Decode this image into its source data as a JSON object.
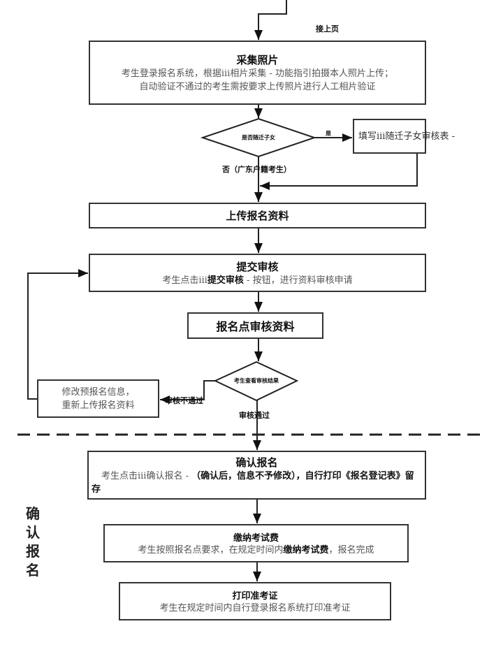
{
  "continued_label": "接上页",
  "photo": {
    "title": "采集照片",
    "line1": "考生登录报名系统，根据ⅲ相片采集 - 功能指引拍摄本人照片上传；",
    "line2": "自动验证不通过的考生需按要求上传照片进行人工相片验证"
  },
  "decision_migrant": {
    "question": "是否随迁子女",
    "yes": "是",
    "no": "否（广东户籍考生）"
  },
  "migrant_form": {
    "text": "填写ⅲ随迁子女审核表 -"
  },
  "upload": {
    "title": "上传报名资料"
  },
  "submit": {
    "title": "提交审核",
    "pre": "考生点击ⅲ",
    "bold": "提交审核",
    "post": " - 按钮，进行资料审核申请"
  },
  "site_review": {
    "title": "报名点审核资料"
  },
  "decision_result": {
    "question": "考生查看审核结果",
    "fail": "审核不通过",
    "pass": "审核通过"
  },
  "modify": {
    "line1": "修改预报名信息，",
    "line2": "重新上传报名资料"
  },
  "section_label": [
    "确",
    "认",
    "报",
    "名"
  ],
  "confirm": {
    "title": "确认报名",
    "pre": "考生点击ⅲ确认报名 - ",
    "bold": "（确认后，信息不予修改），自行打印《报名登记表》留存"
  },
  "pay": {
    "title": "缴纳考试费",
    "pre": "考生按照报名点要求，在规定时间内",
    "bold": "缴纳考试费",
    "post": "，报名完成"
  },
  "print": {
    "title": "打印准考证",
    "desc": "考生在规定时间内自行登录报名系统打印准考证"
  }
}
